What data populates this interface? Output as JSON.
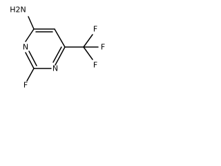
{
  "molecule": {
    "atoms": {
      "amine": "H2N",
      "n_top": "N",
      "n_bottom": "N",
      "fluoro_ring": "F",
      "cf3_f_top": "F",
      "cf3_f_right": "F",
      "cf3_f_bottom": "F"
    }
  }
}
